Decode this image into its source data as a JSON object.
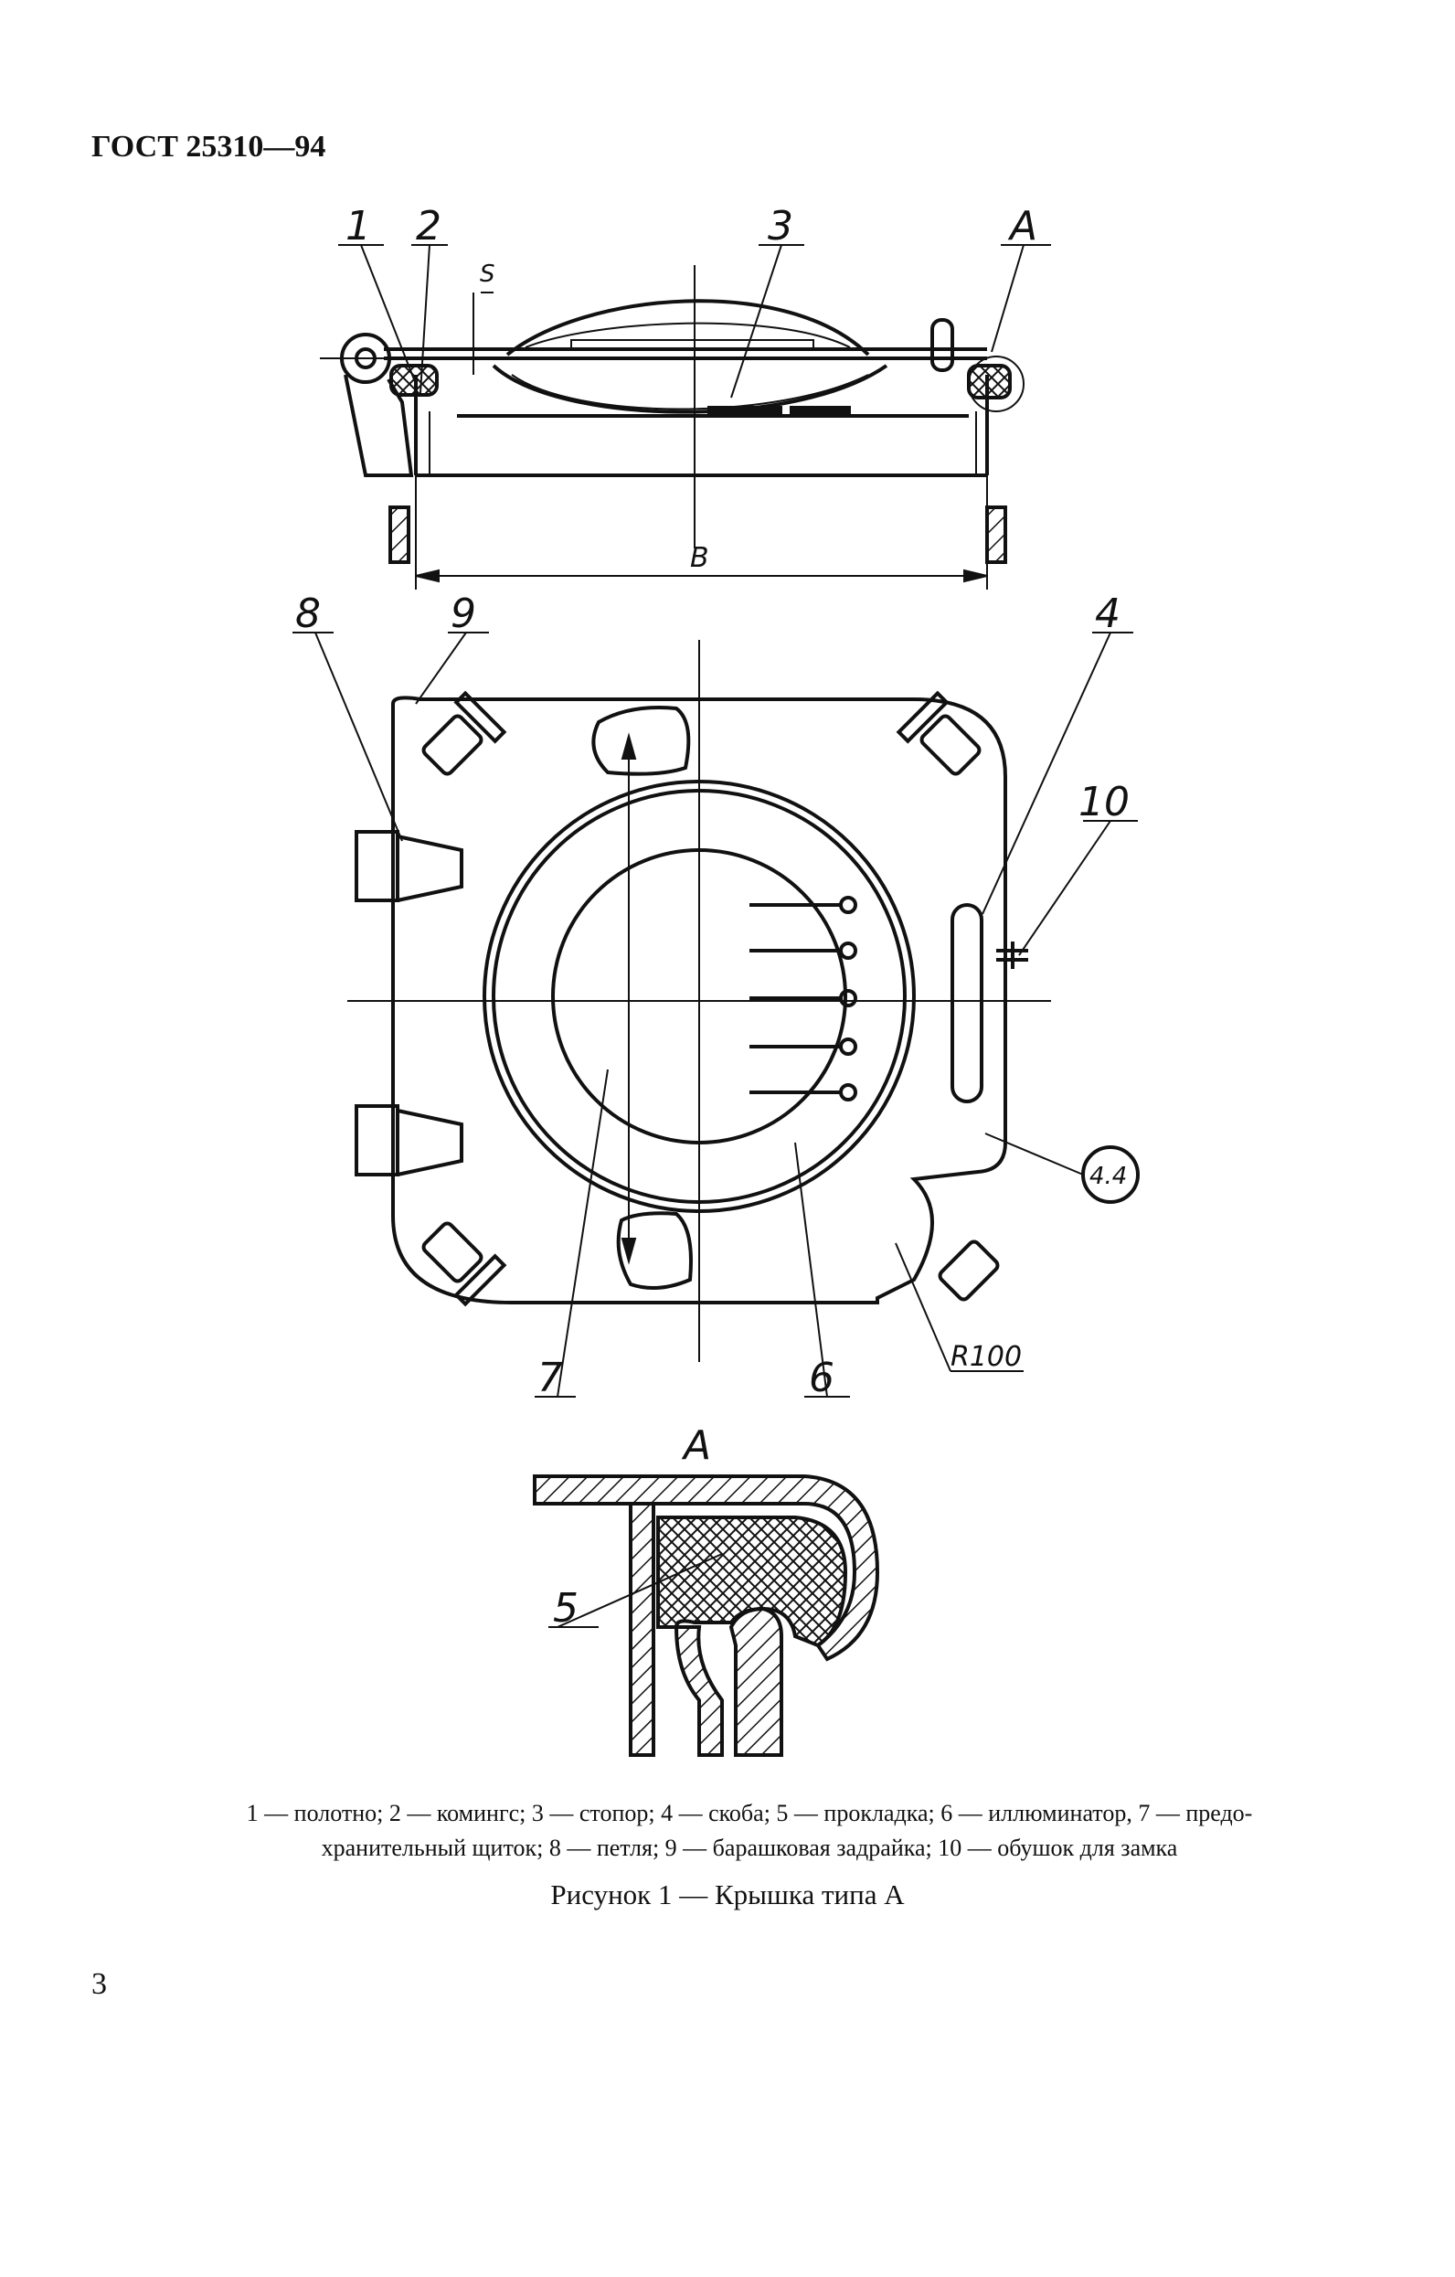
{
  "header": {
    "doc_code": "ГОСТ 25310—94"
  },
  "drawing": {
    "callouts": {
      "c1": "1",
      "c2": "2",
      "c3": "3",
      "cA_top": "A",
      "c4": "4",
      "c5": "5",
      "c6": "6",
      "c7": "7",
      "c8": "8",
      "c9": "9",
      "c10": "10"
    },
    "dimensions": {
      "s": "S",
      "b": "B",
      "radius": "R100",
      "roughness": "4.4"
    },
    "detail_title": "A"
  },
  "legend": {
    "line1": "1 — полотно; 2 — комингс; 3 — стопор; 4 — скоба; 5 — прокладка; 6 — иллюминатор, 7 — предо-",
    "line2": "хранительный щиток; 8 — петля; 9 — барашковая задрайка; 10 — обушок для замка"
  },
  "figure_title": "Рисунок 1 — Крышка типа А",
  "page_number": "3"
}
